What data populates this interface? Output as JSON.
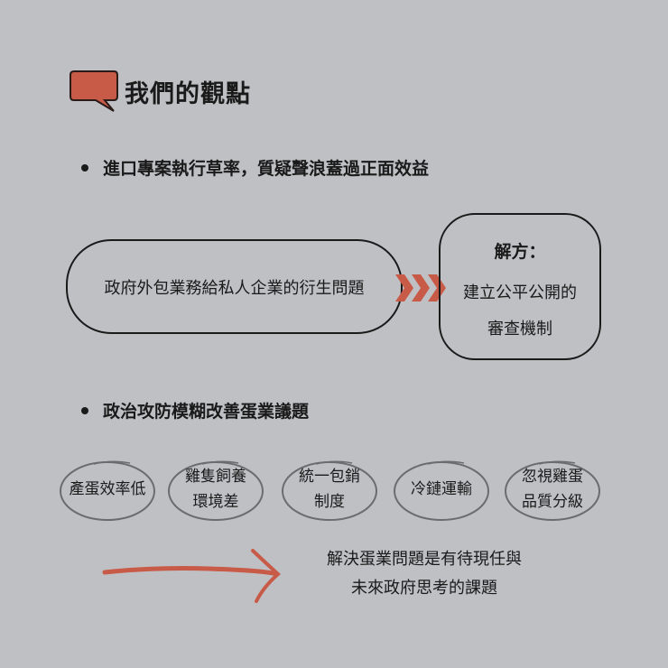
{
  "header": {
    "title": "我們的觀點",
    "icon": "speech-bubble-icon"
  },
  "colors": {
    "background": "#bfc0c4",
    "accent": "#c85a48",
    "ink": "#1a1a1a",
    "oval_stroke": "#6a6c70"
  },
  "section1": {
    "bullet": "進口專案執行草率，質疑聲浪蓋過正面效益",
    "problem": "政府外包業務給私人企業的衍生問題",
    "arrow_icon": "triple-chevron-right-icon",
    "solution": {
      "heading": "解方：",
      "line1": "建立公平公開的",
      "line2": "審查機制"
    }
  },
  "section2": {
    "bullet": "政治攻防模糊改善蛋業議題",
    "issues": [
      {
        "line1": "產蛋效率低",
        "line2": ""
      },
      {
        "line1": "雞隻飼養",
        "line2": "環境差"
      },
      {
        "line1": "統一包銷",
        "line2": "制度"
      },
      {
        "line1": "冷鏈運輸",
        "line2": ""
      },
      {
        "line1": "忽視雞蛋",
        "line2": "品質分級"
      }
    ]
  },
  "conclusion": {
    "arrow_icon": "long-arrow-right-icon",
    "line1": "解決蛋業問題是有待現任與",
    "line2": "未來政府思考的課題"
  }
}
